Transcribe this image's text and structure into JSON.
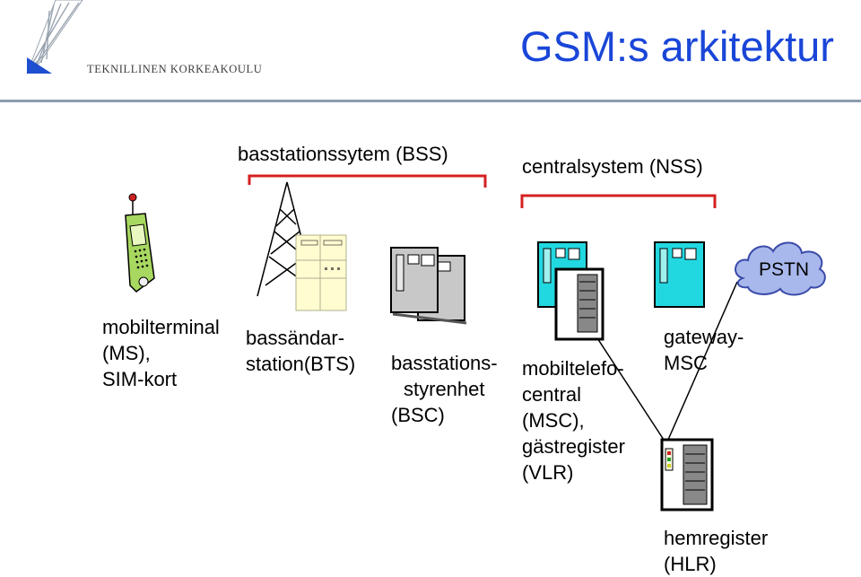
{
  "header": {
    "logo_text": "TEKNILLINEN KORKEAKOULU",
    "title": "GSM:s arkitektur"
  },
  "brackets": {
    "bss": "basstationssytem (BSS)",
    "nss": "centralsystem (NSS)"
  },
  "network": {
    "pstn": "PSTN"
  },
  "components": {
    "ms": [
      "mobilterminal",
      "(MS),",
      "SIM-kort"
    ],
    "bts": [
      "bassändar-",
      "station(BTS)"
    ],
    "bsc": [
      "basstations-",
      "styrenhet",
      "(BSC)"
    ],
    "msc": [
      "mobiltelefo-",
      "central",
      "(MSC),",
      "gästregister",
      "(VLR)"
    ],
    "gmsc": [
      "gateway-",
      "MSC"
    ],
    "hlr": [
      "hemregister",
      "(HLR)"
    ]
  },
  "colors": {
    "title_blue": "#1a46d8",
    "bracket_red": "#d42020",
    "phone_green": "#a8d860",
    "bts_cabinet": "#fffcd0",
    "bsc_gray": "#c8c8c8",
    "msc_cyan": "#22d8e0",
    "cloud_blue": "#a8b8ec"
  },
  "icons": [
    "logo-icon",
    "mobile-phone-icon",
    "antenna-tower-icon",
    "bts-cabinet-icon",
    "bsc-server-icon",
    "msc-server-icon",
    "vlr-database-icon",
    "gateway-msc-server-icon",
    "pstn-cloud-icon",
    "hlr-database-icon"
  ]
}
